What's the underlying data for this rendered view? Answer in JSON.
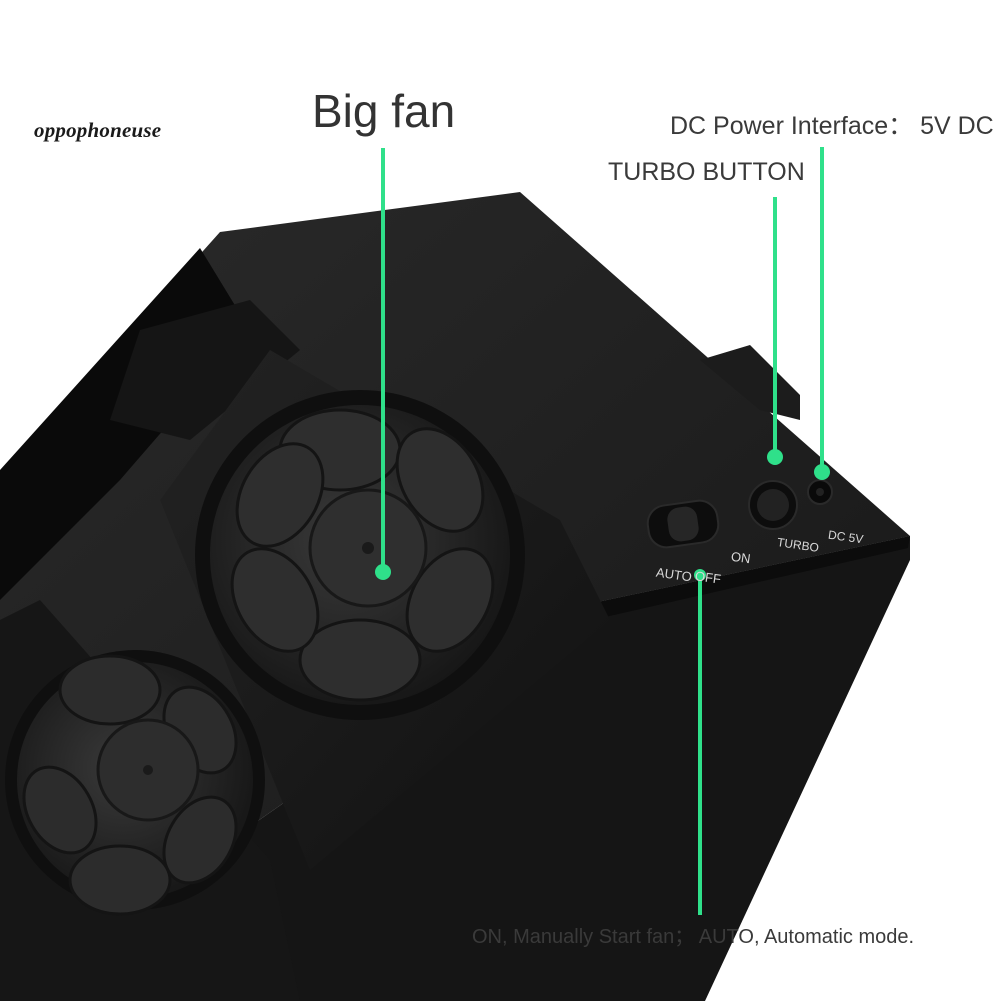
{
  "watermark": {
    "text": "oppophoneuse"
  },
  "callouts": {
    "big_fan": "Big fan",
    "dc_power": "DC Power Interface：  5V DC",
    "turbo_button": "TURBO BUTTON",
    "switch_modes": "ON, Manually Start fan；  AUTO, Automatic mode."
  },
  "device_labels": {
    "auto": "AUTO",
    "off": "OFF",
    "on": "ON",
    "turbo": "TURBO",
    "dc5v": "DC 5V"
  },
  "colors": {
    "background": "#ffffff",
    "device_body": "#1b1b1b",
    "callout_line": "#2fe08a",
    "text": "#3a3a3a"
  }
}
